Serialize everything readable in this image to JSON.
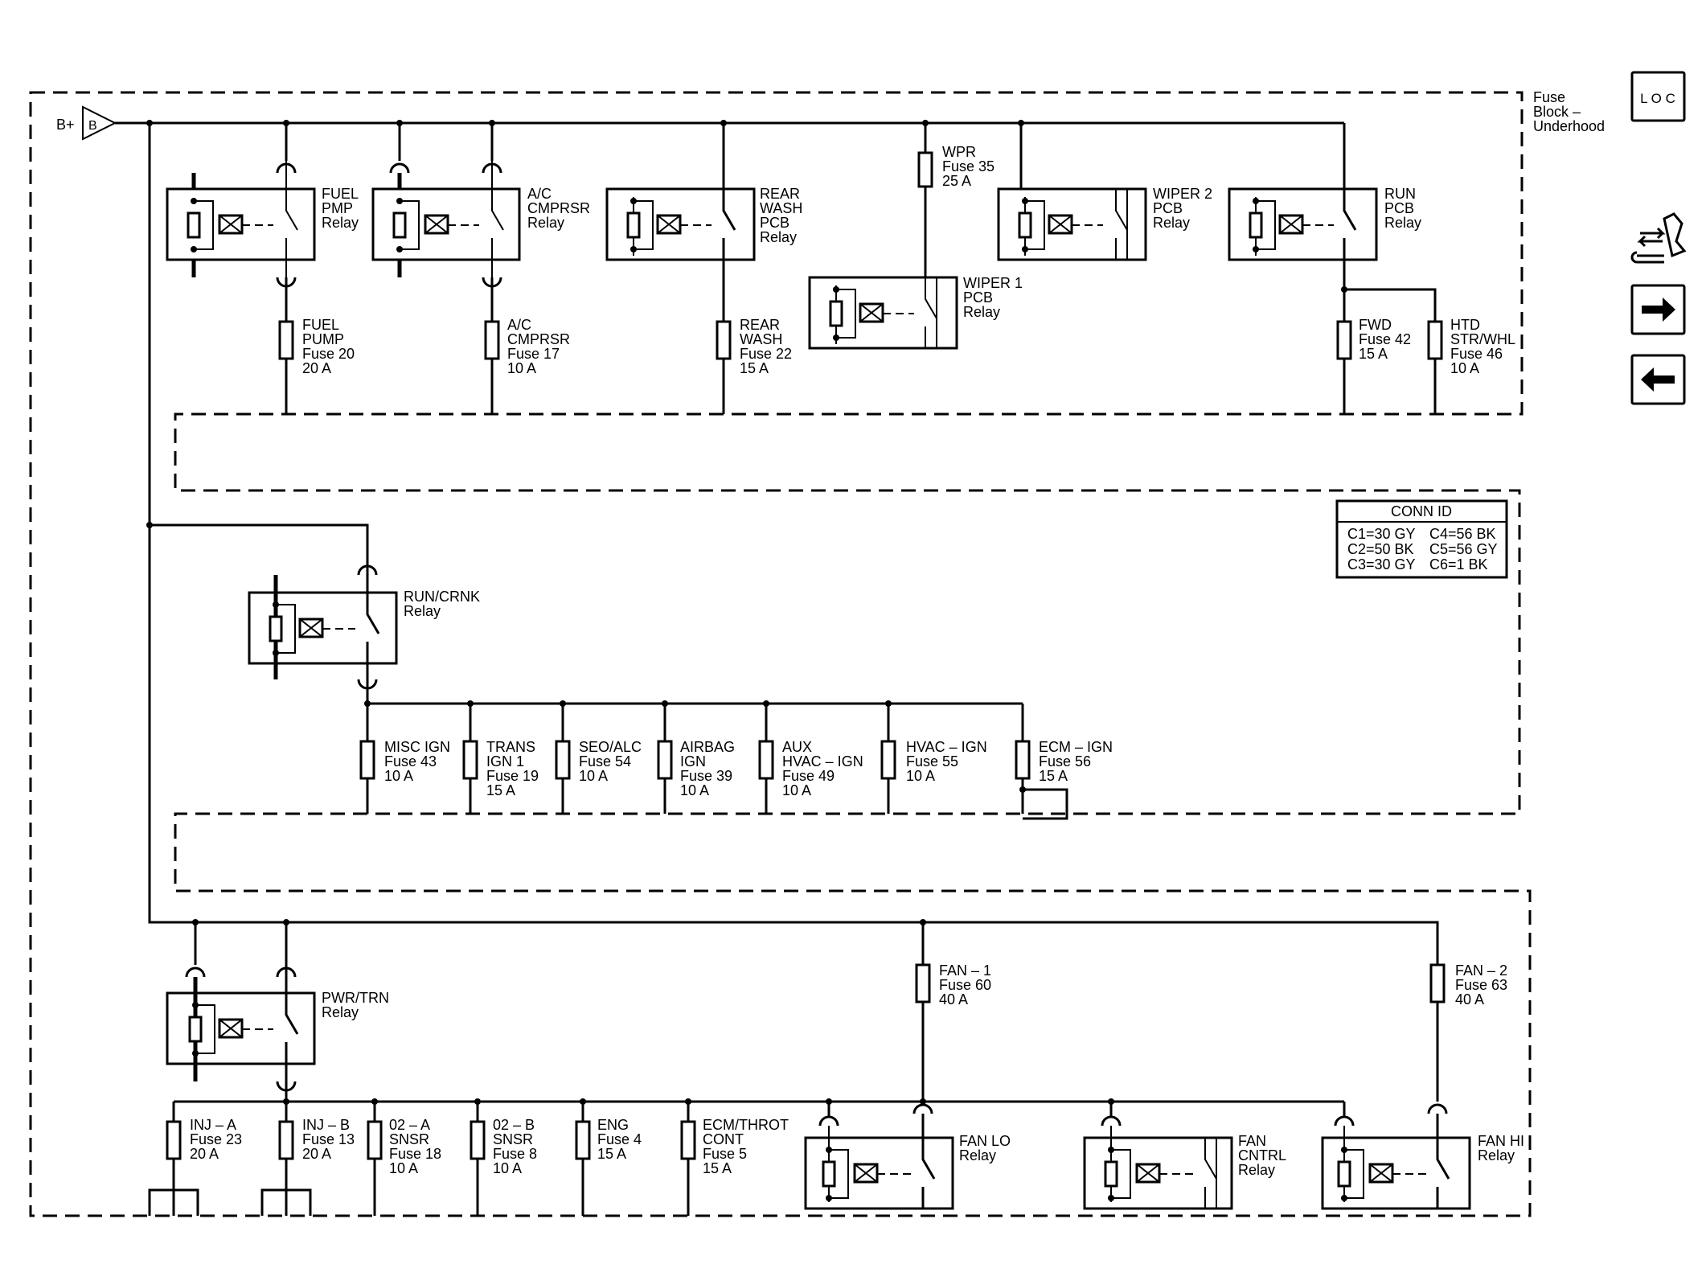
{
  "block": {
    "label": [
      "Fuse",
      "Block –",
      "Underhood"
    ]
  },
  "source": {
    "label": "B+",
    "pin": "B"
  },
  "nav": {
    "loc_icon": "L O C",
    "icons": [
      "wrench-arrows-icon",
      "arrow-right-icon",
      "arrow-left-icon"
    ]
  },
  "conn_id": {
    "title": "CONN ID",
    "rows": [
      [
        "C1=30 GY",
        "C4=56 BK"
      ],
      [
        "C2=50 BK",
        "C5=56 GY"
      ],
      [
        "C3=30 GY",
        "C6=1 BK"
      ]
    ]
  },
  "relays": {
    "fuel_pmp": [
      "FUEL",
      "PMP",
      "Relay"
    ],
    "ac_cmprsr": [
      "A/C",
      "CMPRSR",
      "Relay"
    ],
    "rear_wash": [
      "REAR",
      "WASH",
      "PCB",
      "Relay"
    ],
    "wiper1": [
      "WIPER 1",
      "PCB",
      "Relay"
    ],
    "wiper2": [
      "WIPER 2",
      "PCB",
      "Relay"
    ],
    "run_pcb": [
      "RUN",
      "PCB",
      "Relay"
    ],
    "run_crnk": [
      "RUN/CRNK",
      "Relay"
    ],
    "pwr_trn": [
      "PWR/TRN",
      "Relay"
    ],
    "fan_lo": [
      "FAN LO",
      "Relay"
    ],
    "fan_cntrl": [
      "FAN",
      "CNTRL",
      "Relay"
    ],
    "fan_hi": [
      "FAN HI",
      "Relay"
    ]
  },
  "fuses": {
    "wpr": [
      "WPR",
      "Fuse 35",
      "25 A"
    ],
    "fuel_pump": [
      "FUEL",
      "PUMP",
      "Fuse 20",
      "20 A"
    ],
    "ac_cmprsr": [
      "A/C",
      "CMPRSR",
      "Fuse 17",
      "10 A"
    ],
    "rear_wash": [
      "REAR",
      "WASH",
      "Fuse 22",
      "15 A"
    ],
    "fwd": [
      "FWD",
      "Fuse 42",
      "15 A"
    ],
    "htd_str": [
      "HTD",
      "STR/WHL",
      "Fuse 46",
      "10 A"
    ],
    "misc_ign": [
      "MISC IGN",
      "Fuse 43",
      "10 A"
    ],
    "trans_ign": [
      "TRANS",
      "IGN 1",
      "Fuse 19",
      "15 A"
    ],
    "seo_alc": [
      "SEO/ALC",
      "Fuse 54",
      "10 A"
    ],
    "airbag_ign": [
      "AIRBAG",
      "IGN",
      "Fuse 39",
      "10 A"
    ],
    "aux_hvac": [
      "AUX",
      "HVAC – IGN",
      "Fuse 49",
      "10 A"
    ],
    "hvac_ign": [
      "HVAC – IGN",
      "Fuse 55",
      "10 A"
    ],
    "ecm_ign": [
      "ECM – IGN",
      "Fuse 56",
      "15 A"
    ],
    "fan1": [
      "FAN – 1",
      "Fuse 60",
      "40 A"
    ],
    "fan2": [
      "FAN – 2",
      "Fuse 63",
      "40 A"
    ],
    "inj_a": [
      "INJ – A",
      "Fuse 23",
      "20 A"
    ],
    "inj_b": [
      "INJ – B",
      "Fuse 13",
      "20 A"
    ],
    "o2a": [
      "02 – A",
      "SNSR",
      "Fuse 18",
      "10 A"
    ],
    "o2b": [
      "02 – B",
      "SNSR",
      "Fuse 8",
      "10 A"
    ],
    "eng": [
      "ENG",
      "Fuse 4",
      "15 A"
    ],
    "ecm_throt": [
      "ECM/THROT",
      "CONT",
      "Fuse 5",
      "15 A"
    ]
  }
}
